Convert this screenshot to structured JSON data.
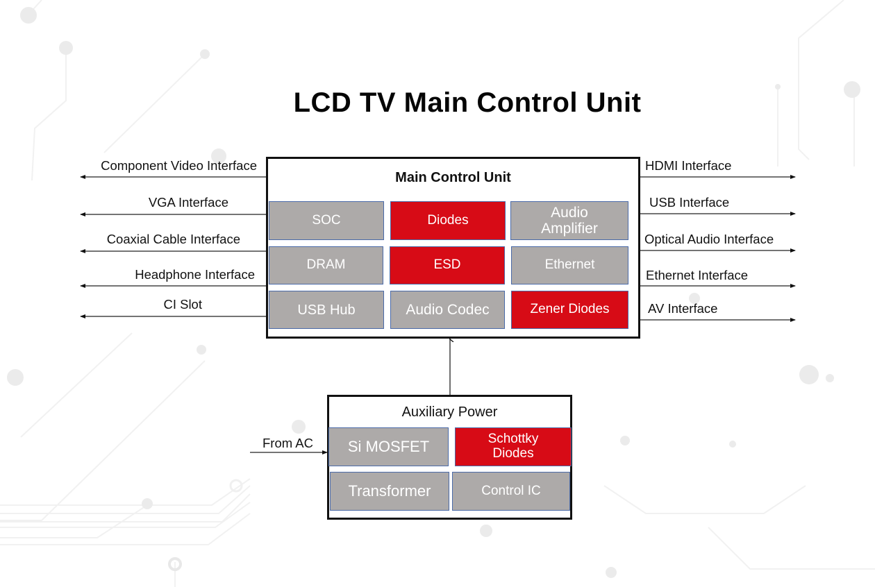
{
  "title": "LCD TV Main Control Unit",
  "colors": {
    "highlight": "#d70b16",
    "neutral": "#adaaa9",
    "cell_border": "#4a6aa8",
    "frame": "#111111"
  },
  "main_unit": {
    "title": "Main Control Unit",
    "cells": [
      {
        "label": "SOC",
        "type": "neutral"
      },
      {
        "label": "Diodes",
        "type": "highlight"
      },
      {
        "label": "Audio Amplifier",
        "type": "neutral"
      },
      {
        "label": "DRAM",
        "type": "neutral"
      },
      {
        "label": "ESD",
        "type": "highlight"
      },
      {
        "label": "Ethernet",
        "type": "neutral"
      },
      {
        "label": "USB Hub",
        "type": "neutral"
      },
      {
        "label": "Audio Codec",
        "type": "neutral"
      },
      {
        "label": "Zener Diodes",
        "type": "highlight"
      }
    ]
  },
  "left_interfaces": [
    "Component Video Interface",
    "VGA Interface",
    "Coaxial Cable Interface",
    "Headphone Interface",
    "CI Slot"
  ],
  "right_interfaces": [
    "HDMI Interface",
    "USB Interface",
    "Optical Audio Interface",
    "Ethernet Interface",
    "AV Interface"
  ],
  "aux_power": {
    "title": "Auxiliary Power",
    "input_label": "From AC",
    "cells": [
      {
        "label": "Si MOSFET",
        "type": "neutral"
      },
      {
        "label": "Schottky Diodes",
        "type": "highlight"
      },
      {
        "label": "Transformer",
        "type": "neutral"
      },
      {
        "label": "Control IC",
        "type": "neutral"
      }
    ]
  }
}
